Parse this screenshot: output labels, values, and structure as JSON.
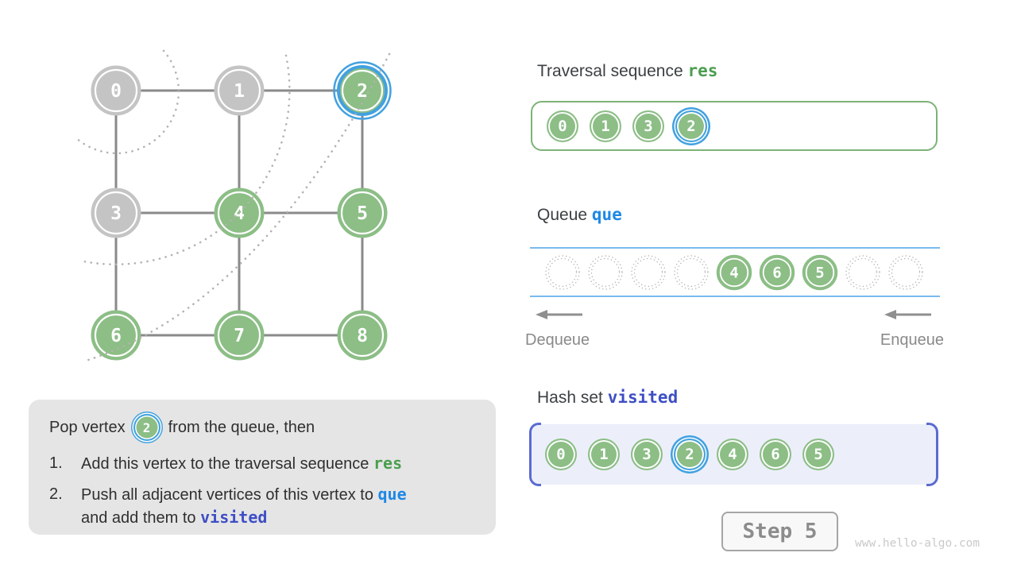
{
  "colors": {
    "node_green": "#8cbe86",
    "node_gray": "#c4c4c4",
    "highlight_blue": "#42a1e0",
    "res_green": "#4a9e4e",
    "que_blue": "#1e88e5",
    "visited_indigo": "#3e4ec4",
    "edge_gray": "#8a8a8a",
    "lavender_bg": "#eceffa",
    "bracket_indigo": "#5a6bd0"
  },
  "graph": {
    "nodes": [
      {
        "label": "0",
        "state": "visited-gray"
      },
      {
        "label": "1",
        "state": "visited-gray"
      },
      {
        "label": "2",
        "state": "current"
      },
      {
        "label": "3",
        "state": "visited-gray"
      },
      {
        "label": "4",
        "state": "green"
      },
      {
        "label": "5",
        "state": "green"
      },
      {
        "label": "6",
        "state": "green"
      },
      {
        "label": "7",
        "state": "green"
      },
      {
        "label": "8",
        "state": "green"
      }
    ]
  },
  "panel": {
    "res": {
      "title": "Traversal sequence",
      "code": "res",
      "items": [
        "0",
        "1",
        "3",
        "2"
      ],
      "highlight_index": 3
    },
    "queue": {
      "title": "Queue",
      "code": "que",
      "slots": [
        "",
        "",
        "",
        "",
        "4",
        "6",
        "5",
        "",
        ""
      ],
      "dequeue_label": "Dequeue",
      "enqueue_label": "Enqueue"
    },
    "visited": {
      "title": "Hash set",
      "code": "visited",
      "items": [
        "0",
        "1",
        "3",
        "2",
        "4",
        "6",
        "5"
      ],
      "highlight_index": 3
    }
  },
  "explanation": {
    "line1_prefix": "Pop vertex",
    "badge": "2",
    "line1_suffix": "from the queue, then",
    "items": [
      {
        "num": "1.",
        "text": "Add this vertex to the traversal sequence ",
        "code": "res"
      },
      {
        "num": "2.",
        "text": "Push all adjacent vertices of this vertex to ",
        "code": "que",
        "text2": "and add them to ",
        "code2": "visited"
      }
    ]
  },
  "footer": {
    "step_label": "Step 5",
    "watermark": "www.hello-algo.com"
  }
}
